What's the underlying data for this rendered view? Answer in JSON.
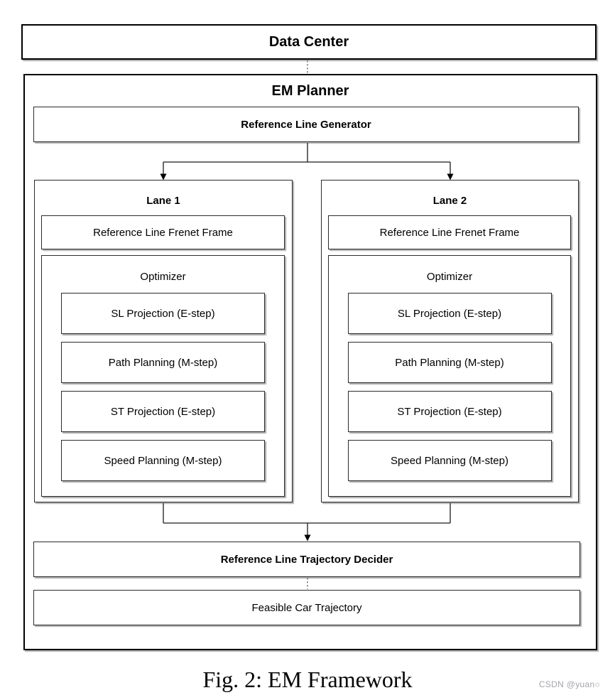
{
  "diagram": {
    "data_center_label": "Data Center",
    "em_planner_label": "EM Planner",
    "reference_line_generator_label": "Reference Line Generator",
    "lanes": [
      {
        "title": "Lane 1",
        "frenet_label": "Reference Line Frenet Frame",
        "optimizer_label": "Optimizer",
        "steps": [
          "SL Projection (E-step)",
          "Path Planning (M-step)",
          "ST Projection (E-step)",
          "Speed Planning (M-step)"
        ]
      },
      {
        "title": "Lane 2",
        "frenet_label": "Reference Line Frenet Frame",
        "optimizer_label": "Optimizer",
        "steps": [
          "SL Projection (E-step)",
          "Path Planning (M-step)",
          "ST Projection (E-step)",
          "Speed Planning (M-step)"
        ]
      }
    ],
    "trajectory_decider_label": "Reference Line Trajectory Decider",
    "feasible_trajectory_label": "Feasible Car Trajectory"
  },
  "caption": {
    "text": "Fig. 2: EM Framework"
  },
  "watermark": {
    "text": "CSDN @yuan○"
  },
  "colors": {
    "line": "#1a1a1a",
    "dashed_line": "#5f5f5f",
    "box_border": "#2b2b2b",
    "shadow": "#969696",
    "watermark_gray": "#a4a4aa"
  }
}
